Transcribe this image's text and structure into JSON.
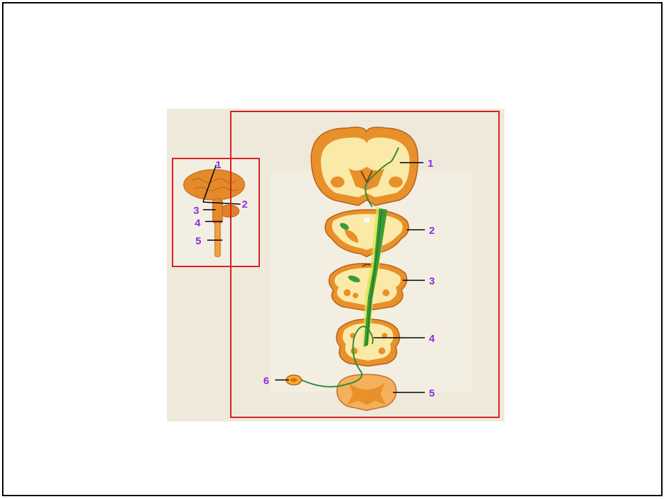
{
  "colors": {
    "frame_border": "#d42020",
    "label": "#8a2be2",
    "tract": "#3a9a3a",
    "tissue_orange": "#e8902a",
    "tissue_cream": "#fbe9a8",
    "background": "#efe9dc"
  },
  "inset": {
    "labels": [
      "1",
      "2",
      "3",
      "4",
      "5"
    ]
  },
  "sections": {
    "labels": [
      "1",
      "2",
      "3",
      "4",
      "5",
      "6"
    ]
  }
}
